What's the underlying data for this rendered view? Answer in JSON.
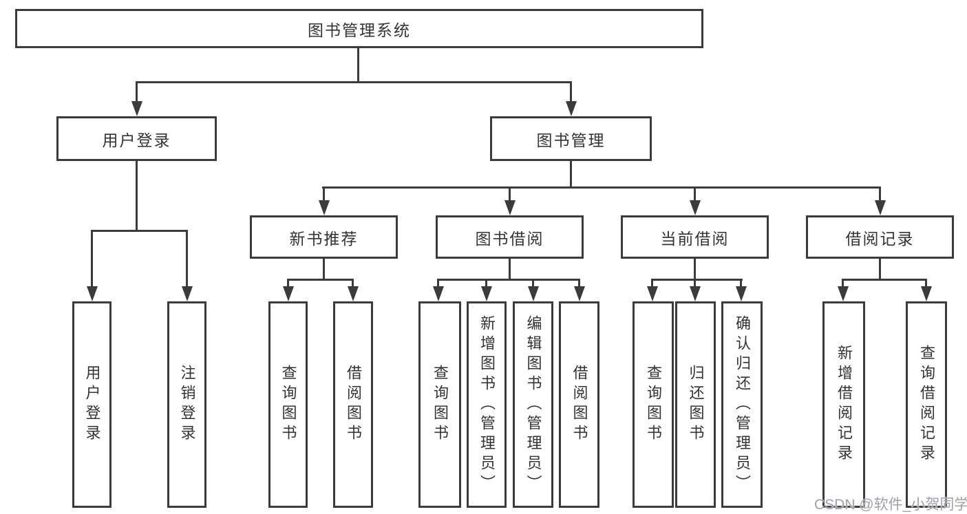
{
  "diagram_title": "图书管理系统",
  "tree": {
    "root": {
      "label": "图书管理系统"
    },
    "level1": [
      {
        "label": "用户登录",
        "children": [
          "用户登录",
          "注销登录"
        ]
      },
      {
        "label": "图书管理"
      }
    ],
    "level2": [
      {
        "label": "新书推荐",
        "children": [
          "查询图书",
          "借阅图书"
        ]
      },
      {
        "label": "图书借阅",
        "children": [
          "查询图书",
          "新增图书（管理员）",
          "编辑图书（管理员）",
          "借阅图书"
        ]
      },
      {
        "label": "当前借阅",
        "children": [
          "查询图书",
          "归还图书",
          "确认归还（管理员）"
        ]
      },
      {
        "label": "借阅记录",
        "children": [
          "新增借阅记录",
          "查询借阅记录"
        ]
      }
    ]
  },
  "watermark": "CSDN @软件_小贺同学",
  "colors": {
    "line": "#3b3b3b",
    "text": "#333333",
    "background": "#ffffff",
    "watermark": "#9f9fa8"
  }
}
